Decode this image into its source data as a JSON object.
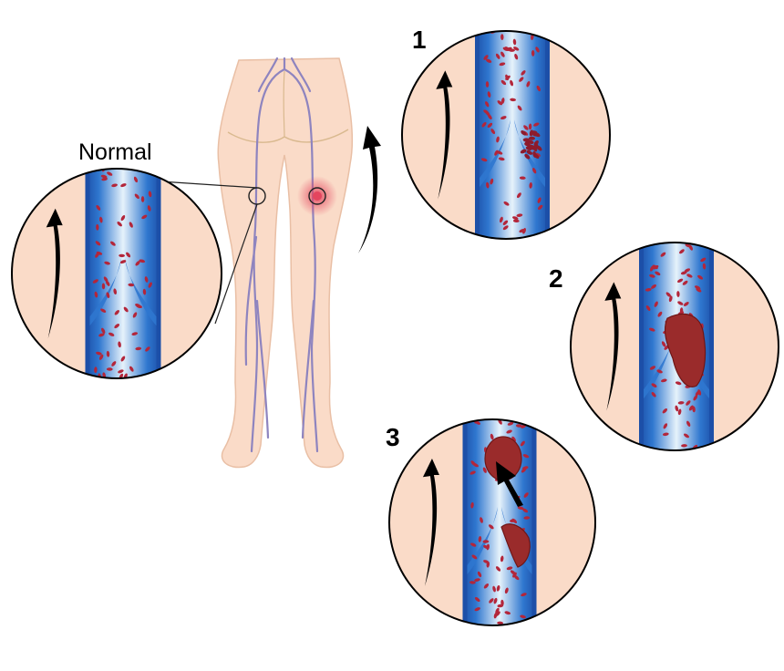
{
  "labels": {
    "normal": "Normal",
    "stage1": "1",
    "stage2": "2",
    "stage3": "3"
  },
  "colors": {
    "skin": "#fadbc8",
    "skin_outline": "#e9bfa5",
    "vein": "#8e84bf",
    "vessel_dark": "#1c4fa8",
    "vessel_mid": "#2f77cf",
    "vessel_light": "#e6f2fb",
    "blood_cell": "#b3263a",
    "clot": "#9a2b2b",
    "highlight": "#e4455e",
    "arrow": "#000000"
  },
  "panels": [
    {
      "id": "normal",
      "stage": "normal",
      "clot": "none"
    },
    {
      "id": "panel-1",
      "stage": "1",
      "clot": "cells-accumulating"
    },
    {
      "id": "panel-2",
      "stage": "2",
      "clot": "thrombus"
    },
    {
      "id": "panel-3",
      "stage": "3",
      "clot": "embolus-detached"
    }
  ]
}
